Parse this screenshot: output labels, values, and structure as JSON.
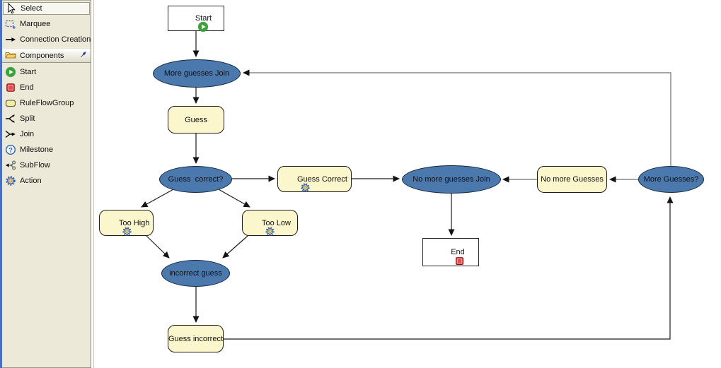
{
  "palette": {
    "tools": [
      {
        "label": "Select",
        "icon": "cursor-icon",
        "selected": true
      },
      {
        "label": "Marquee",
        "icon": "marquee-icon",
        "selected": false
      },
      {
        "label": "Connection Creation",
        "icon": "connection-arrow-icon",
        "selected": false
      }
    ],
    "drawer": {
      "label": "Components",
      "icon": "folder-icon",
      "pin_icon": "pin-icon"
    },
    "components": [
      {
        "label": "Start",
        "icon": "start-icon"
      },
      {
        "label": "End",
        "icon": "end-icon"
      },
      {
        "label": "RuleFlowGroup",
        "icon": "ruleflowgroup-icon"
      },
      {
        "label": "Split",
        "icon": "split-icon"
      },
      {
        "label": "Join",
        "icon": "join-icon"
      },
      {
        "label": "Milestone",
        "icon": "milestone-icon"
      },
      {
        "label": "SubFlow",
        "icon": "subflow-icon"
      },
      {
        "label": "Action",
        "icon": "gear-icon"
      }
    ]
  },
  "diagram": {
    "nodes": [
      {
        "id": "start",
        "type": "start",
        "label": "Start",
        "icon": "start-icon"
      },
      {
        "id": "more-guesses-join",
        "type": "join-ellipse",
        "label": "More guesses Join"
      },
      {
        "id": "guess",
        "type": "ruleflowgroup",
        "label": "Guess"
      },
      {
        "id": "guess-correct-q",
        "type": "split-ellipse",
        "label": "Guess  correct?"
      },
      {
        "id": "guess-correct",
        "type": "action",
        "label": "Guess Correct",
        "icon": "gear-icon"
      },
      {
        "id": "no-more-guesses-join",
        "type": "join-ellipse",
        "label": "No more guesses Join"
      },
      {
        "id": "end",
        "type": "end",
        "label": "End",
        "icon": "end-icon"
      },
      {
        "id": "no-more-guesses",
        "type": "ruleflowgroup",
        "label": "No more Guesses"
      },
      {
        "id": "more-guesses-q",
        "type": "split-ellipse",
        "label": "More Guesses?"
      },
      {
        "id": "too-high",
        "type": "action",
        "label": "Too High",
        "icon": "gear-icon"
      },
      {
        "id": "too-low",
        "type": "action",
        "label": "Too Low",
        "icon": "gear-icon"
      },
      {
        "id": "incorrect-guess",
        "type": "join-ellipse",
        "label": "incorrect guess"
      },
      {
        "id": "guess-incorrect",
        "type": "ruleflowgroup",
        "label": "Guess incorrect"
      }
    ],
    "edges": [
      {
        "from": "start",
        "to": "more-guesses-join"
      },
      {
        "from": "more-guesses-join",
        "to": "guess"
      },
      {
        "from": "guess",
        "to": "guess-correct-q"
      },
      {
        "from": "guess-correct-q",
        "to": "guess-correct"
      },
      {
        "from": "guess-correct",
        "to": "no-more-guesses-join"
      },
      {
        "from": "no-more-guesses-join",
        "to": "end"
      },
      {
        "from": "no-more-guesses",
        "to": "no-more-guesses-join"
      },
      {
        "from": "more-guesses-q",
        "to": "no-more-guesses"
      },
      {
        "from": "more-guesses-q",
        "to": "more-guesses-join"
      },
      {
        "from": "guess-correct-q",
        "to": "too-high"
      },
      {
        "from": "guess-correct-q",
        "to": "too-low"
      },
      {
        "from": "too-high",
        "to": "incorrect-guess"
      },
      {
        "from": "too-low",
        "to": "incorrect-guess"
      },
      {
        "from": "incorrect-guess",
        "to": "guess-incorrect"
      },
      {
        "from": "guess-incorrect",
        "to": "more-guesses-q"
      }
    ],
    "colors": {
      "ellipse_fill": "#4b79ae",
      "task_fill": "#fbf6cb",
      "node_border": "#1c1c1c",
      "palette_bg": "#ece9d8",
      "canvas_bg": "#ffffff",
      "edge": "#1c1c1c",
      "edge_gray": "#6f6f6f"
    }
  }
}
